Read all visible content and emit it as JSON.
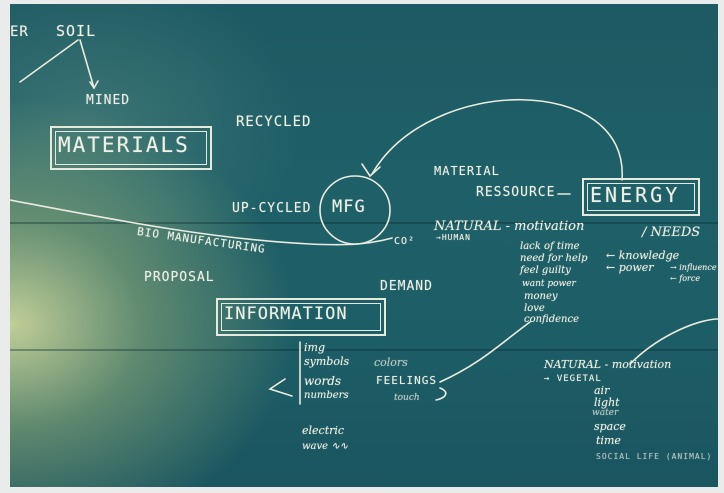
{
  "photo": {
    "subject": "chalkboard mind map",
    "words": {
      "ter": "ER",
      "soil": "SOIL",
      "mined": "MINED",
      "recycled": "RECYCLED",
      "materials": "MATERIALS",
      "material": "MATERIAL",
      "mfg": "MFG",
      "upcycled": "UP-CYCLED",
      "ressource": "RESSOURCE",
      "energy": "ENERGY",
      "natural_motivation": "NATURAL - motivation",
      "human": "→HUMAN",
      "needs": "/ NEEDS",
      "bio": "BIO MANUFACTURING",
      "co2": "CO²",
      "lack_of_time": "lack of time",
      "need_for_help": "need for help",
      "feel_guilty": "feel guilty",
      "want_power": "want power",
      "money": "money",
      "love": "love",
      "confidence": "confidence",
      "knowledge": "← knowledge",
      "power": "← power",
      "influence": "→ influence",
      "force": "← force",
      "proposal": "PROPOSAL",
      "demand": "DEMAND",
      "information": "INFORMATION",
      "img": "img",
      "symbols": "symbols",
      "words_item": "words",
      "numbers": "numbers",
      "colors": "colors",
      "feelings": "FEELINGS",
      "touch": "touch",
      "electric": "electric",
      "wave": "wave ∿∿",
      "natural_motivation_2": "NATURAL - motivation",
      "vegetal": "→ VEGETAL",
      "air": "air",
      "light": "light",
      "water": "water",
      "space": "space",
      "time": "time",
      "social_life": "SOCIAL LIFE (ANIMAL)"
    }
  }
}
